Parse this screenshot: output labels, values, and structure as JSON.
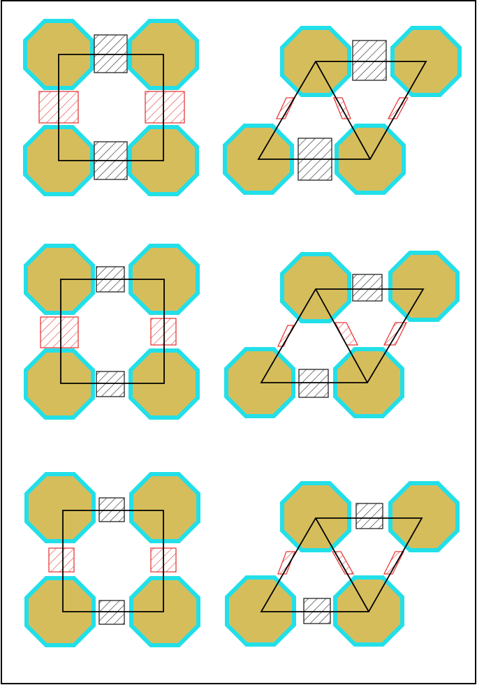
{
  "colors": {
    "octagon_fill": "#d6bd5b",
    "octagon_stroke": "#22dfe8",
    "bond_black": "#222222",
    "bond_red": "#e53b3b",
    "lattice_line": "#000000",
    "frame": "#000000",
    "background": "#ffffff"
  },
  "rows": [
    {
      "square_variant": "large-bonds",
      "triangle_variant": "large-bonds"
    },
    {
      "square_variant": "medium-bonds",
      "triangle_variant": "medium-bonds"
    },
    {
      "square_variant": "small-bonds",
      "triangle_variant": "small-bonds"
    }
  ],
  "icons": {
    "octagon": "octagon-shape",
    "bond": "hatched-square",
    "lattice": "polygon-outline"
  }
}
